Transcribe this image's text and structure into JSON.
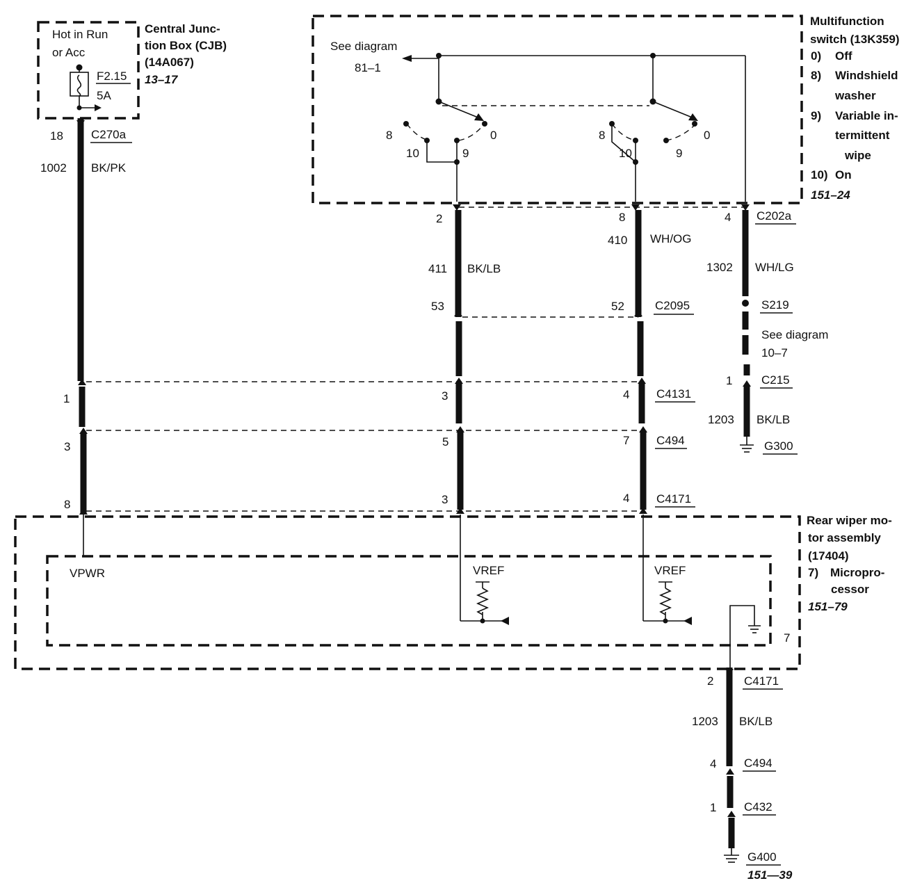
{
  "cjb": {
    "hot": "Hot in Run",
    "acc": "or Acc",
    "fuse": "F2.15",
    "amps": "5A",
    "name1": "Central Junc-",
    "name2": "tion Box (CJB)",
    "part": "(14A067)",
    "ref": "13–17"
  },
  "mfs": {
    "title1": "Multifunction",
    "title2": "switch (13K359)",
    "l0n": "0)",
    "l0": "Off",
    "l8n": "8)",
    "l8a": "Windshield",
    "l8b": "washer",
    "l9n": "9)",
    "l9a": "Variable in-",
    "l9b": "termittent",
    "l9c": "wipe",
    "l10n": "10)",
    "l10": "On",
    "ref": "151–24",
    "see": "See diagram",
    "see_ref": "81–1",
    "pos8": "8",
    "pos0": "0",
    "pos10": "10",
    "pos9": "9"
  },
  "wiring": {
    "c270a": "C270a",
    "pin18": "18",
    "c1002": "1002",
    "bkpk": "BK/PK",
    "pin2": "2",
    "pin8": "8",
    "pin4": "4",
    "c202a": "C202a",
    "c410": "410",
    "whog": "WH/OG",
    "c411": "411",
    "bklb": "BK/LB",
    "c1302": "1302",
    "whlg": "WH/LG",
    "pin53": "53",
    "pin52": "52",
    "c2095": "C2095",
    "s219": "S219",
    "see2": "See diagram",
    "see2_ref": "10–7",
    "pin1_c215": "1",
    "c215": "C215",
    "c1203a": "1203",
    "bklb2": "BK/LB",
    "g300": "G300",
    "p1": "1",
    "p3a": "3",
    "p4a": "4",
    "c4131": "C4131",
    "p3b": "3",
    "p5": "5",
    "p7": "7",
    "c494": "C494",
    "p8": "8",
    "p3c": "3",
    "p4b": "4",
    "c4171": "C4171"
  },
  "rwm": {
    "t1": "Rear wiper mo-",
    "t2": "tor assembly",
    "t3": "(17404)",
    "t4n": "7)",
    "t4a": "Micropro-",
    "t4b": "cessor",
    "ref": "151–79",
    "vpwr": "VPWR",
    "vref1": "VREF",
    "vref2": "VREF",
    "pin7": "7"
  },
  "lower": {
    "pin2": "2",
    "c4171": "C4171",
    "c1203": "1203",
    "bklb": "BK/LB",
    "pin4": "4",
    "c494": "C494",
    "pin1": "1",
    "c432": "C432",
    "g400": "G400",
    "ref": "151—39"
  }
}
